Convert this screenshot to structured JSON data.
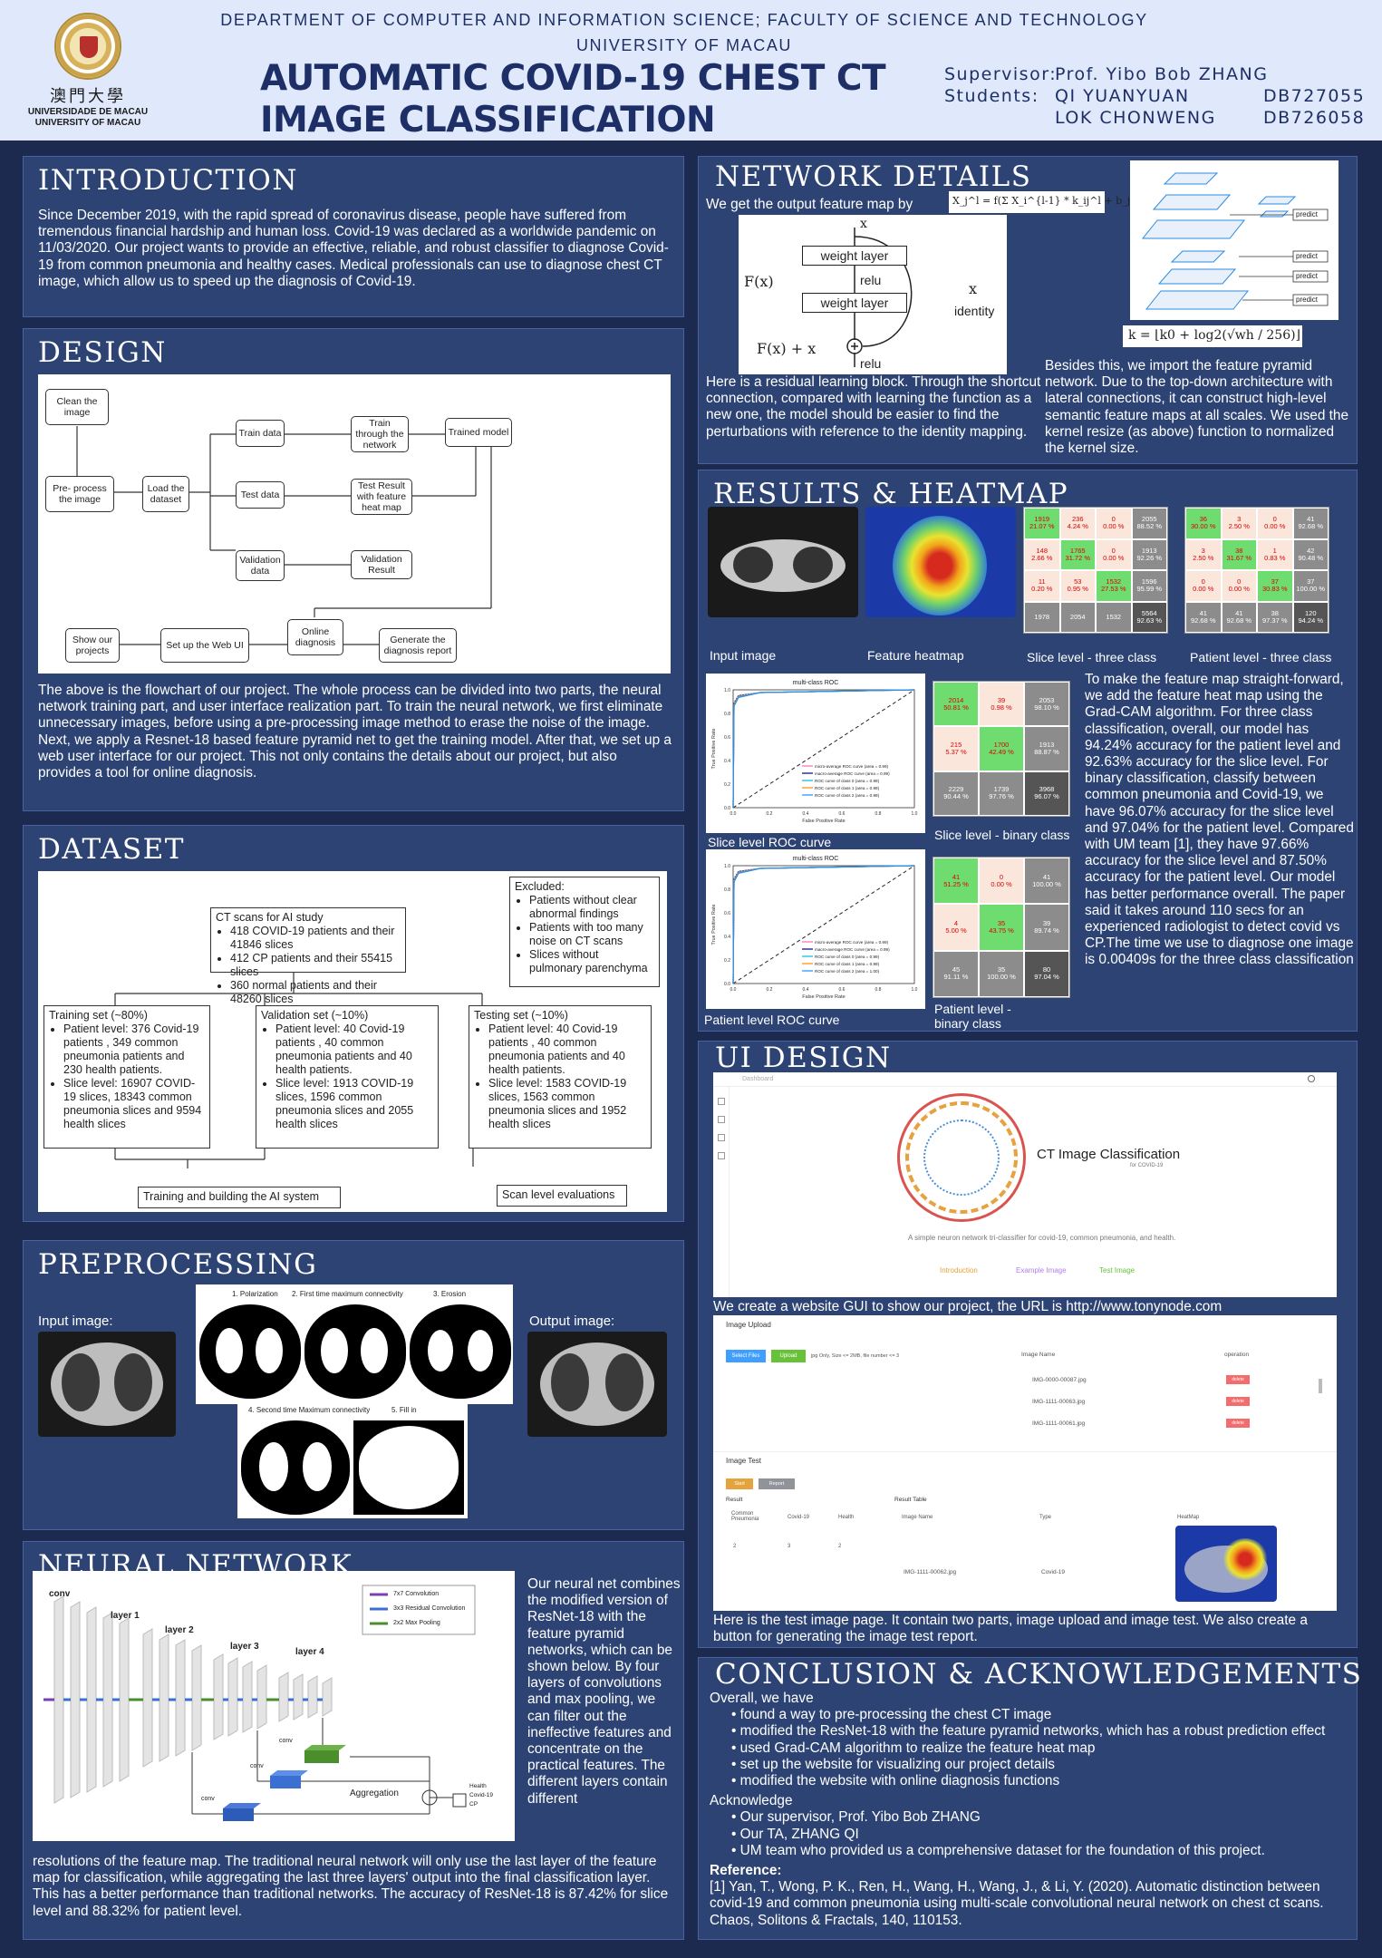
{
  "header": {
    "dept_line1": "DEPARTMENT OF COMPUTER AND INFORMATION SCIENCE; FACULTY OF SCIENCE AND TECHNOLOGY",
    "dept_line2": "UNIVERSITY OF MACAU",
    "title_line1": "AUTOMATIC COVID-19 CHEST CT",
    "title_line2": "IMAGE CLASSIFICATION",
    "supervisor_label": "Supervisor:",
    "supervisor": "Prof. Yibo Bob ZHANG",
    "students_label": "Students:",
    "student1_name": "QI YUANYUAN",
    "student1_id": "DB727055",
    "student2_name": "LOK CHONWENG",
    "student2_id": "DB726058",
    "logo_cn": "澳門大學",
    "logo_en1": "UNIVERSIDADE DE MACAU",
    "logo_en2": "UNIVERSITY OF MACAU"
  },
  "intro": {
    "heading": "INTRODUCTION",
    "text": "Since December 2019, with the rapid spread of coronavirus disease, people have suffered from tremendous financial hardship and human loss. Covid-19 was declared as a worldwide pandemic on 11/03/2020. Our project wants to provide an effective, reliable, and robust classifier to diagnose Covid-19 from common pneumonia and healthy cases. Medical professionals can use to diagnose chest CT image, which allow us to speed up the diagnosis of Covid-19."
  },
  "design": {
    "heading": "DESIGN",
    "flow": {
      "clean": "Clean the image",
      "preprocess": "Pre- process the image",
      "load": "Load the dataset",
      "train": "Train data",
      "test": "Test data",
      "validation": "Validation data",
      "train_net": "Train through the network",
      "trained": "Trained model",
      "test_result": "Test Result with feature heat map",
      "val_result": "Validation Result",
      "show": "Show our projects",
      "setup": "Set up the Web UI",
      "online": "Online diagnosis",
      "report": "Generate the diagnosis report"
    },
    "text": "The above is the flowchart of our project. The whole process can be divided into two parts, the neural network training part, and user interface realization part. To train the neural network, we first eliminate unnecessary images, before using a pre-processing image method to erase the noise of the image. Next, we apply a Resnet-18 based feature pyramid net to get the training model. After that, we set up a web user interface for our project. This not only contains the details about our project, but also provides a tool for online diagnosis."
  },
  "dataset": {
    "heading": "DATASET",
    "ct_title": "CT scans for AI study",
    "ct_items": [
      "418 COVID-19 patients and their 41846 slices",
      "412 CP patients and their 55415 slices",
      "360 normal patients and their 48260 slices"
    ],
    "excluded_title": "Excluded:",
    "excluded_items": [
      "Patients without clear abnormal findings",
      "Patients with too many noise on CT scans",
      "Slices without pulmonary parenchyma"
    ],
    "train_title": "Training set (~80%)",
    "train_items": [
      "Patient level: 376 Covid-19 patients , 349 common pneumonia patients and 230 health patients.",
      "Slice level: 16907 COVID-19 slices, 18343 common pneumonia slices and 9594 health slices"
    ],
    "val_title": "Validation set (~10%)",
    "val_items": [
      "Patient level: 40 Covid-19 patients , 40 common pneumonia patients and 40 health patients.",
      "Slice level: 1913 COVID-19 slices, 1596 common pneumonia slices and 2055 health slices"
    ],
    "test_title": "Testing set (~10%)",
    "test_items": [
      "Patient level: 40 Covid-19 patients , 40 common pneumonia patients and 40 health patients.",
      "Slice level: 1583 COVID-19 slices, 1563 common pneumonia slices and 1952 health slices"
    ],
    "train_out": "Training and building the AI system",
    "scan_out": "Scan level evaluations"
  },
  "preprocessing": {
    "heading": "PREPROCESSING",
    "input": "Input image:",
    "output": "Output image:",
    "steps": [
      "1. Polarization",
      "2. First time maximum connectivity",
      "3. Erosion",
      "4. Second time Maximum connectivity",
      "5. Fill in"
    ]
  },
  "neural": {
    "heading": "NEURAL NETWORK",
    "legend": [
      "7x7 Convolution",
      "3x3 Residual Convolution",
      "2x2 Max Pooling"
    ],
    "layers": [
      "conv",
      "layer 1",
      "layer 2",
      "layer 3",
      "layer 4"
    ],
    "agg": "Aggregation",
    "outputs": [
      "Health",
      "Covid-19",
      "CP"
    ],
    "conv_label": "conv",
    "text_side": "Our neural net combines the modified version of ResNet-18 with the feature pyramid networks, which can be shown below. By four layers of convolutions and max pooling, we can filter out the ineffective features and concentrate on the practical features. The different layers contain different",
    "text_bottom": "resolutions of the feature map. The traditional neural network will only use the last layer of the feature map for classification, while aggregating the last three layers' output into the final classification layer. This has a better performance than traditional networks. The accuracy of ResNet-18 is 87.42% for slice level and 88.32% for patient level."
  },
  "network": {
    "heading": "NETWORK DETAILS",
    "intro": "We get the output feature map by",
    "formula": "X_j^l = f(Σ X_i^{l-1} * k_ij^l + b_j^l)",
    "block": {
      "x": "x",
      "wl": "weight layer",
      "relu": "relu",
      "fx": "F(x)",
      "fxx": "F(x) + x",
      "identity": "identity",
      "xside": "x"
    },
    "pyramid_labels": [
      "predict",
      "predict",
      "predict",
      "predict"
    ],
    "k_formula": "k = ⌊k0 + log2(√wh / 256)⌋",
    "text_left": "Here is a residual learning block. Through the shortcut connection, compared with learning the function as a new one, the model should be easier to find the perturbations with reference to the identity mapping.",
    "text_right": "Besides this, we import the feature pyramid network. Due to the top-down architecture with lateral connections, it can construct high-level semantic feature maps at all scales. We used the kernel resize (as above) function to normalized the kernel size."
  },
  "results": {
    "heading": "RESULTS & HEATMAP",
    "captions": [
      "Input image",
      "Feature heatmap",
      "Slice level - three class",
      "Patient level - three class",
      "Slice level ROC curve",
      "Slice level - binary class",
      "Patient level ROC curve",
      "Patient level - binary class"
    ],
    "roc_title": "multi-class ROC",
    "roc_xlabel": "False Positive Rate",
    "roc_ylabel": "True Positive Rate",
    "roc_legend_slice": [
      "micro-average ROC curve (area = 0.99)",
      "macro-average ROC curve (area = 0.99)",
      "ROC curve of class 0 (area = 0.99)",
      "ROC curve of class 1 (area = 0.99)",
      "ROC curve of class 2 (area = 0.99)"
    ],
    "roc_legend_patient": [
      "micro-average ROC curve (area = 0.99)",
      "macro-average ROC curve (area = 0.99)",
      "ROC curve of class 0 (area = 0.99)",
      "ROC curve of class 1 (area = 0.99)",
      "ROC curve of class 2 (area = 1.00)"
    ],
    "cm_slice3": [
      "1919\n21.07 %",
      "236\n4.24 %",
      "0\n0.00 %",
      "2055\n88.52 %",
      "148\n2.66 %",
      "1765\n31.72 %",
      "0\n0.00 %",
      "1913\n92.26 %",
      "11\n0.20 %",
      "53\n0.95 %",
      "1532\n27.53 %",
      "1596\n95.99 %",
      "1978",
      "2054",
      "1532",
      "5564\n92.63 %"
    ],
    "cm_patient3": [
      "36\n30.00 %",
      "3\n2.50 %",
      "0\n0.00 %",
      "41\n92.68 %",
      "3\n2.50 %",
      "38\n31.67 %",
      "1\n0.83 %",
      "42\n90.48 %",
      "0\n0.00 %",
      "0\n0.00 %",
      "37\n30.83 %",
      "37\n100.00 %",
      "41\n92.68 %",
      "41\n92.68 %",
      "38\n97.37 %",
      "120\n94.24 %"
    ],
    "cm_slice2": [
      "2014\n50.81 %",
      "39\n0.98 %",
      "2053\n98.10 %",
      "215\n5.37 %",
      "1700\n42.49 %",
      "1913\n88.87 %",
      "2229\n90.44 %",
      "1739\n97.76 %",
      "3968\n96.07 %"
    ],
    "cm_patient2": [
      "41\n51.25 %",
      "0\n0.00 %",
      "41\n100.00 %",
      "4\n5.00 %",
      "35\n43.75 %",
      "39\n89.74 %",
      "45\n91.11 %",
      "35\n100.00 %",
      "80\n97.04 %"
    ],
    "text": "To make the feature map straight-forward, we add the feature heat map using the Grad-CAM algorithm. For three class classification, overall, our model has 94.24% accuracy for the patient level and 92.63% accuracy for the slice level. For binary classification, classify between common pneumonia and Covid-19, we have 96.07% accuracy for the slice level and 97.04% for the patient level. Compared with UM team [1], they have 97.66% accuracy for the slice level and 87.50% accuracy for the patient level. Our model has better performance overall. The paper said it takes around 110 secs for an experienced radiologist to detect covid vs CP.The time we use to diagnose one image is 0.00409s for the three class classification"
  },
  "ui_design": {
    "heading": "UI DESIGN",
    "site_title": "CT Image Classification",
    "site_sub": "for COVID-19",
    "site_desc": "A simple neuron network tri-classifier for covid-19, common pneumonia, and health.",
    "dashboard": "Dashboard",
    "site_links": [
      "Introduction",
      "Example Image",
      "Test Image"
    ],
    "text_mid": "We create a website GUI to show our project, the URL is http://www.tonynode.com",
    "upload_title": "Image Upload",
    "select_files": "Select Files",
    "upload_btn": "Upload",
    "upload_hint": "jpg Only, Size <= 2MB, file number <= 3",
    "col_name": "Image Name",
    "col_op": "operation",
    "files": [
      "IMG-0000-00087.jpg",
      "IMG-1111-00063.jpg",
      "IMG-1111-00061.jpg"
    ],
    "delete_label": "delete",
    "test_title": "Image Test",
    "start_btn": "Start",
    "report_btn": "Report",
    "result_label": "Result",
    "result_cols": [
      "Common Pneumonia",
      "Covid-19",
      "Health"
    ],
    "result_vals": [
      "2",
      "3",
      "2"
    ],
    "table_label": "Result Table",
    "table_cols": [
      "Image Name",
      "Type",
      "HeatMap"
    ],
    "table_row": [
      "IMG-1111-00062.jpg",
      "Covid-19"
    ],
    "text_bottom": "Here is the test image page. It contain two parts, image upload and image test. We also create a button for generating the image test report."
  },
  "conclusion": {
    "heading": "CONCLUSION & ACKNOWLEDGEMENTS",
    "intro": "Overall, we have",
    "items": [
      "found a way to pre-processing the chest CT image",
      "modified the ResNet-18 with the feature pyramid networks, which has a robust prediction effect",
      "used Grad-CAM algorithm to realize the feature heat map",
      "set up the website for visualizing our project details",
      "modified the website with online diagnosis functions"
    ],
    "ack_title": "Acknowledge",
    "ack_items": [
      "Our supervisor, Prof. Yibo Bob ZHANG",
      "Our TA, ZHANG QI",
      "UM team who provided us a comprehensive dataset for the foundation of this project."
    ],
    "ref_title": "Reference:",
    "ref_text": "[1] Yan, T., Wong, P. K., Ren, H., Wang, H., Wang, J., & Li, Y. (2020). Automatic distinction between covid-19 and common pneumonia using multi-scale convolutional neural network on chest ct scans. Chaos, Solitons & Fractals, 140, 110153."
  },
  "colors": {
    "bg": "#1b2a4e",
    "panel": "#2d4374",
    "header": "#dfe9fb",
    "title": "#1d2f66"
  }
}
